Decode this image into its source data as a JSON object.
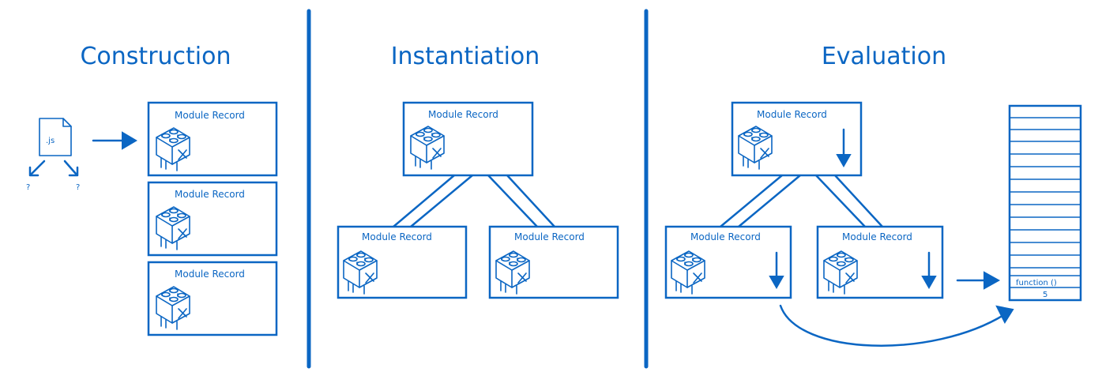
{
  "sections": {
    "construction": "Construction",
    "instantiation": "Instantiation",
    "evaluation": "Evaluation"
  },
  "module_record_label": "Module Record",
  "file_label": ".js",
  "unknown_mark": "?",
  "stack": {
    "function_label": "function ()",
    "value_label": "5"
  },
  "colors": {
    "accent": "#0b66c3",
    "background": "#ffffff"
  }
}
